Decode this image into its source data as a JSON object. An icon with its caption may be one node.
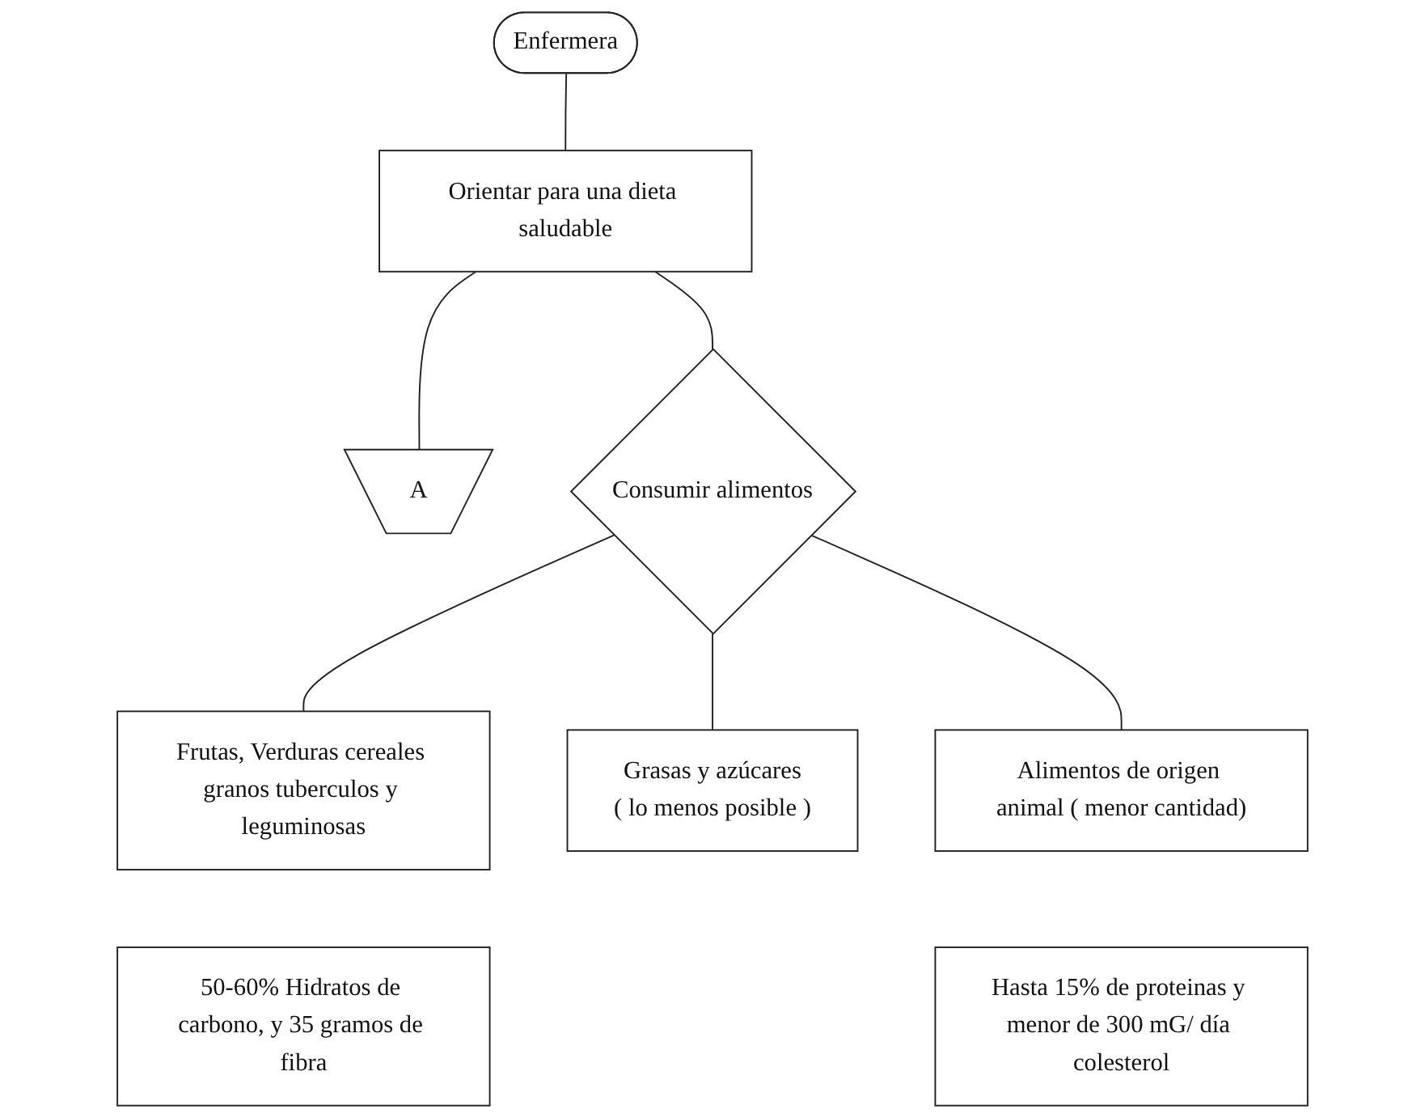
{
  "diagram": {
    "nodes": [
      {
        "text": [
          "Enfermera"
        ]
      },
      {
        "text": [
          "Orientar para una dieta saludable"
        ]
      },
      {
        "text": [
          "A"
        ]
      },
      {
        "text": [
          "Consumir alimentos"
        ]
      },
      {
        "text": [
          "Frutas, Verduras cereales granos tuberculos y leguminosas"
        ]
      },
      {
        "text": [
          "50-60% Hidratos de carbono, y 35 gramos de fibra"
        ]
      },
      {
        "text": [
          "Grasas y azúcares",
          "( lo menos posible )"
        ]
      },
      {
        "text": [
          "Alimentos de origen animal ( menor cantidad)"
        ]
      },
      {
        "text": [
          "Hasta 15% de proteinas y menor de 300 mG/ día colesterol"
        ]
      }
    ],
    "edges": [
      {
        "from": 0,
        "to": 1,
        "arrow": "none"
      },
      {
        "from": 1,
        "to": 2,
        "arrow": "none"
      },
      {
        "from": 1,
        "to": 3,
        "arrow": "none"
      },
      {
        "from": 3,
        "to": 4,
        "arrow": "none"
      },
      {
        "from": 3,
        "to": 6,
        "arrow": "none"
      },
      {
        "from": 3,
        "to": 7,
        "arrow": "none"
      }
    ]
  }
}
